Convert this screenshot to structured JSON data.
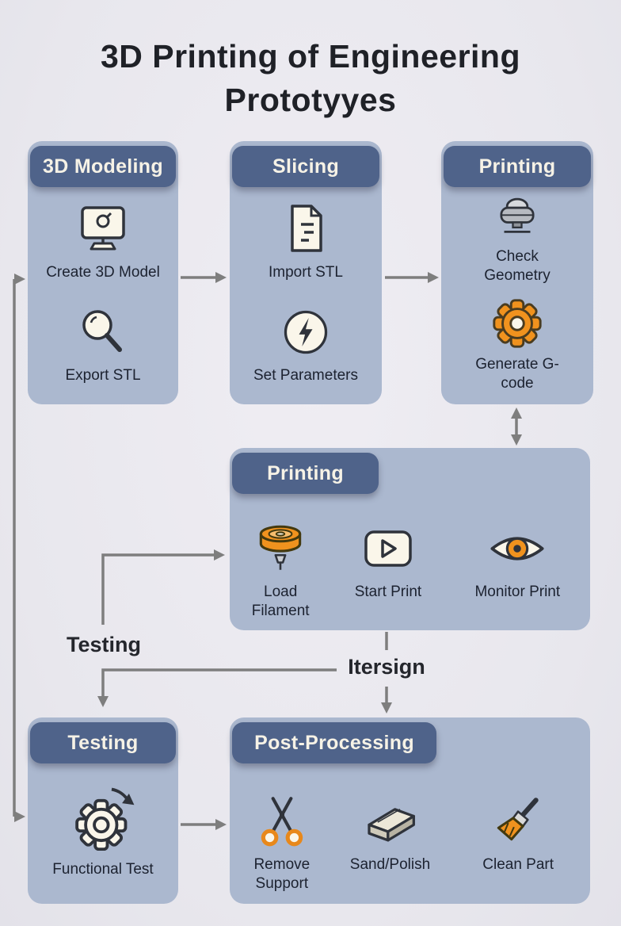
{
  "title": "3D Printing of Engineering Prototyyes",
  "flow_labels": {
    "testing": "Testing",
    "itersign": "Itersign"
  },
  "boxes": {
    "modeling": {
      "header": "3D Modeling",
      "steps": [
        {
          "icon": "monitor-icon",
          "label": "Create 3D Model"
        },
        {
          "icon": "magnifier-icon",
          "label": "Export STL"
        }
      ]
    },
    "slicing": {
      "header": "Slicing",
      "steps": [
        {
          "icon": "document-icon",
          "label": "Import STL"
        },
        {
          "icon": "lightning-icon",
          "label": "Set Parameters"
        }
      ]
    },
    "printing_top": {
      "header": "Printing",
      "steps": [
        {
          "icon": "printer-icon",
          "label": "Check Geometry"
        },
        {
          "icon": "gear-icon",
          "label": "Generate G-code"
        }
      ]
    },
    "printing_main": {
      "header": "Printing",
      "steps": [
        {
          "icon": "filament-spool-icon",
          "label": "Load Filament"
        },
        {
          "icon": "play-icon",
          "label": "Start Print"
        },
        {
          "icon": "eye-icon",
          "label": "Monitor Print"
        }
      ]
    },
    "testing": {
      "header": "Testing",
      "steps": [
        {
          "icon": "gear-refresh-icon",
          "label": "Functional Test"
        }
      ]
    },
    "post_processing": {
      "header": "Post-Processing",
      "steps": [
        {
          "icon": "scissors-icon",
          "label": "Remove Support"
        },
        {
          "icon": "sand-block-icon",
          "label": "Sand/Polish"
        },
        {
          "icon": "brush-icon",
          "label": "Clean Part"
        }
      ]
    }
  },
  "colors": {
    "background": "#e9e8ee",
    "box_fill": "#abb8cf",
    "header_fill": "#4f638a",
    "header_text": "#f6f2e6",
    "accent_orange": "#f0921e",
    "arrow_gray": "#7e7e7e",
    "title_text": "#1f2127"
  }
}
